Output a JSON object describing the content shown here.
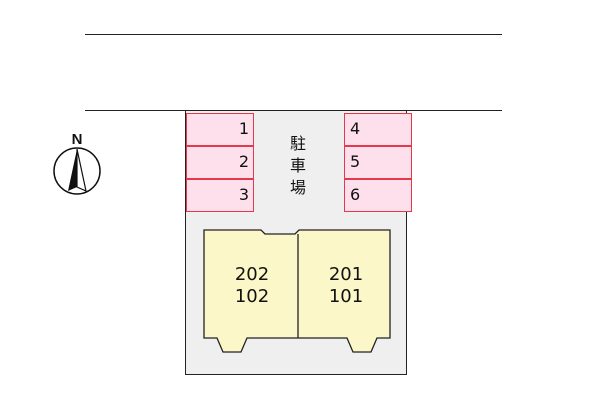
{
  "map": {
    "compass": {
      "label": "N"
    },
    "parking": {
      "label_lines": [
        "駐",
        "車",
        "場"
      ],
      "stalls_left": [
        "1",
        "2",
        "3"
      ],
      "stalls_right": [
        "4",
        "5",
        "6"
      ]
    },
    "building": {
      "units_left": [
        "202",
        "102"
      ],
      "units_right": [
        "201",
        "101"
      ]
    },
    "colors": {
      "stall_fill": "#fde0ec",
      "stall_border": "#e23a4c",
      "building_fill": "#fbf7c8",
      "lot_fill": "#efefef"
    }
  }
}
